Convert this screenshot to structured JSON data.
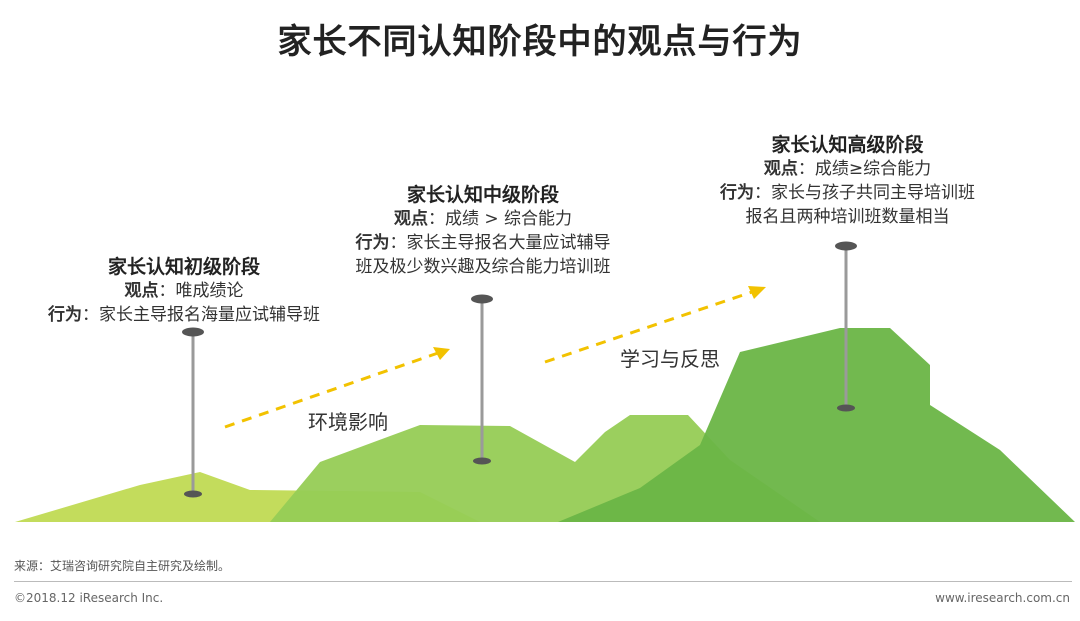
{
  "title": "家长不同认知阶段中的观点与行为",
  "stages": [
    {
      "title": "家长认知初级阶段",
      "view_label": "观点",
      "view": "：唯成绩论",
      "action_label": "行为",
      "action_lines": [
        "：家长主导报名海量应试辅导班"
      ]
    },
    {
      "title": "家长认知中级阶段",
      "view_label": "观点",
      "view": "：成绩 > 综合能力",
      "action_label": "行为",
      "action_lines": [
        "：家长主导报名大量应试辅导",
        "班及极少数兴趣及综合能力培训班"
      ]
    },
    {
      "title": "家长认知高级阶段",
      "view_label": "观点",
      "view": "：成绩≥综合能力",
      "action_label": "行为",
      "action_lines": [
        "：家长与孩子共同主导培训班",
        "报名且两种培训班数量相当"
      ]
    }
  ],
  "transitions": [
    "环境影响",
    "学习与反思"
  ],
  "colors": {
    "hill_light": "#c3dc5c",
    "hill_mid": "#96cc55",
    "hill_dark": "#6ab546",
    "arrow": "#f2c200",
    "pole": "#9a9a9a",
    "pole_cap": "#555555"
  },
  "footer": {
    "source": "来源：艾瑞咨询研究院自主研究及绘制。",
    "copyright": "©2018.12 iResearch Inc.",
    "website": "www.iresearch.com.cn"
  }
}
